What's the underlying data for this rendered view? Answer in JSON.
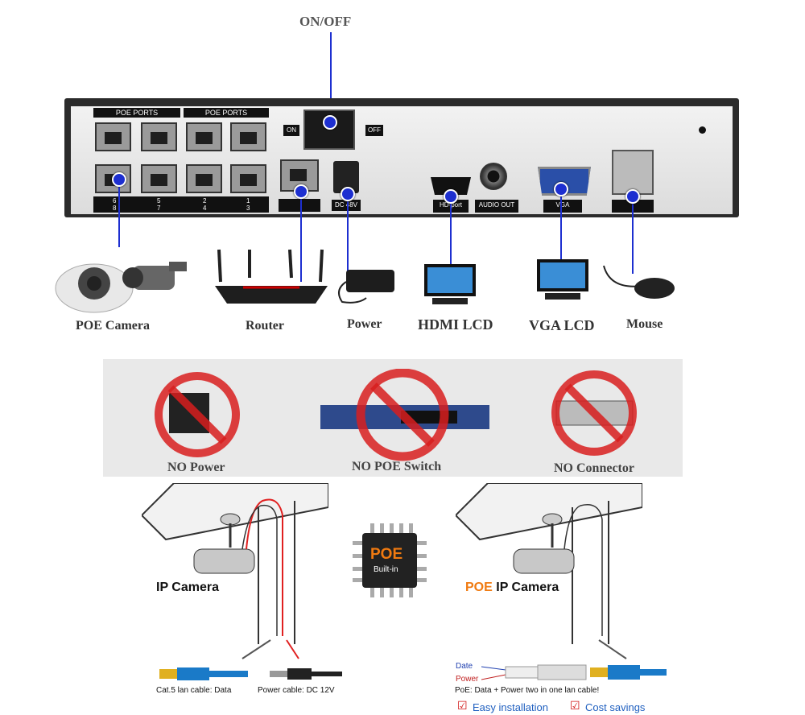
{
  "top_switch_label": "ON/OFF",
  "nvr": {
    "poe_ports_label_1": "POE PORTS",
    "poe_ports_label_2": "POE PORTS",
    "switch_on": "ON",
    "switch_off": "OFF",
    "port_numbers_top": [
      "6",
      "5",
      "2",
      "1"
    ],
    "port_numbers_bottom": [
      "8",
      "7",
      "4",
      "3"
    ],
    "dc_label": "DC 48V",
    "hdmi_label": "HD-port",
    "audio_label": "AUDIO OUT",
    "vga_label": "VGA"
  },
  "devices": [
    {
      "id": "poe-camera",
      "label": "POE Camera"
    },
    {
      "id": "router",
      "label": "Router"
    },
    {
      "id": "power",
      "label": "Power"
    },
    {
      "id": "hdmi-lcd",
      "label": "HDMI LCD"
    },
    {
      "id": "vga-lcd",
      "label": "VGA LCD"
    },
    {
      "id": "mouse",
      "label": "Mouse"
    }
  ],
  "no_items": [
    {
      "id": "no-power",
      "label": "NO Power"
    },
    {
      "id": "no-poe-switch",
      "label": "NO POE Switch"
    },
    {
      "id": "no-connector",
      "label": "NO Connector"
    }
  ],
  "chip": {
    "title": "POE",
    "subtitle": "Built-in"
  },
  "left_install": {
    "title": "IP Camera",
    "cable1": "Cat.5 lan cable: Data",
    "cable2": "Power cable: DC 12V"
  },
  "right_install": {
    "title_prefix": "POE",
    "title_rest": " IP Camera",
    "date_label": "Date",
    "power_label": "Power",
    "note": "PoE: Data + Power two in one lan cable!",
    "benefit1": "Easy installation",
    "benefit2": "Cost savings"
  },
  "colors": {
    "accent_blue": "#1d2fd0",
    "warning_red": "#d81e1e",
    "poe_orange": "#f07a10"
  }
}
